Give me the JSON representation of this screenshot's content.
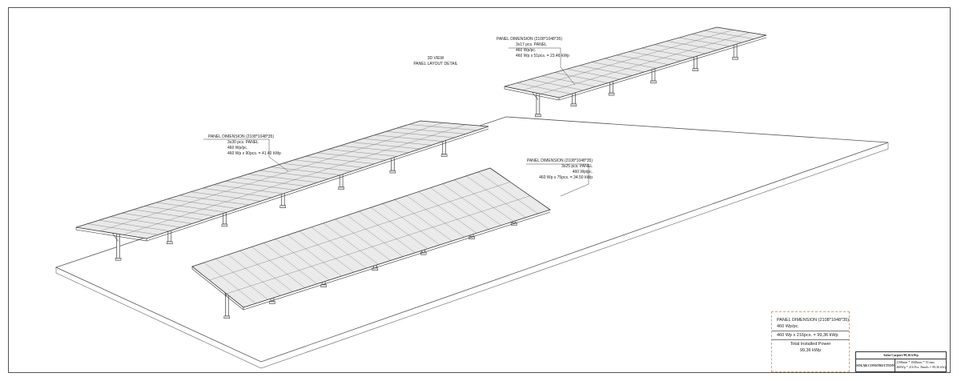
{
  "view_title": {
    "line1": "3D VIEW",
    "line2": "PANEL LAYOUT DETAIL"
  },
  "labels": {
    "top_array": {
      "dimension": "PANEL DIMENSION (2108*1048*35)",
      "count": "3x17 pcs. PANEL",
      "wattage": "460 Wp/pc.",
      "power": "460 Wp x 51pcs. = 23.46 kWp"
    },
    "left_array": {
      "dimension": "PANEL DIMENSION (2108*1048*35)",
      "count": "3x30 pcs. PANEL",
      "wattage": "460 Wp/pc.",
      "power": "460 Wp x 90pcs. = 41.40 kWp"
    },
    "right_array": {
      "dimension": "PANEL DIMENSION (2108*1048*35)",
      "count": "3x25 pcs. PANEL",
      "wattage": "460 Wp/pc.",
      "power": "460 Wp x 75pcs. = 34.50 kWp"
    }
  },
  "summary": {
    "dimension": "PANEL DIMENSION (2108*1048*35)",
    "wattage": "460 Wp/pc.",
    "calc": "460 Wp x 216pcs. = 99,36 kWp",
    "total_label": "Total Installed Power",
    "total_value": "99,36 kWp"
  },
  "title_block": {
    "project": "Solar Carport 99,36 kWp",
    "company": "SOLAR CONSTRUCTION",
    "spec1": "2108mm * 1048mm * 35 mm",
    "spec2": "460Wp * 216 Pcs. Panels = 99,36 kWp"
  }
}
